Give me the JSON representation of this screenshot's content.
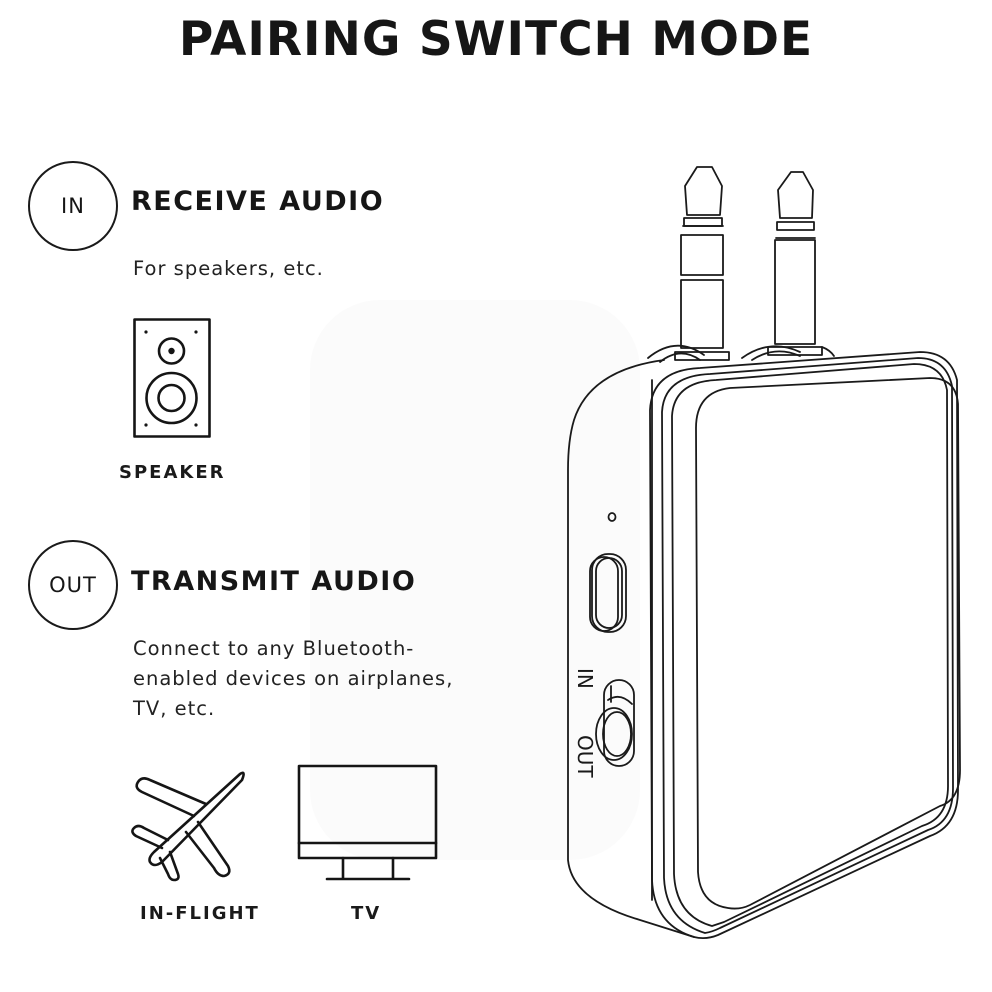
{
  "title": "PAIRING SWITCH MODE",
  "modes": [
    {
      "badge": "IN",
      "heading": "RECEIVE AUDIO",
      "description": "For speakers, etc.",
      "devices": [
        {
          "label": "SPEAKER",
          "icon": "speaker-icon"
        }
      ]
    },
    {
      "badge": "OUT",
      "heading": "TRANSMIT AUDIO",
      "description": "Connect to any Bluetooth-enabled devices on airplanes, TV, etc.",
      "description_lines": [
        "Connect to any Bluetooth-",
        "enabled devices on airplanes,",
        "TV, etc."
      ],
      "devices": [
        {
          "label": "IN-FLIGHT",
          "icon": "airplane-icon"
        },
        {
          "label": "TV",
          "icon": "tv-icon"
        }
      ]
    }
  ],
  "device_illustration": {
    "switch_labels": {
      "in": "IN",
      "out": "OUT"
    },
    "parts": [
      "audio-plug",
      "audio-plug",
      "led-indicator",
      "power-button",
      "mode-switch"
    ]
  },
  "colors": {
    "ink": "#151515",
    "background": "#ffffff"
  }
}
